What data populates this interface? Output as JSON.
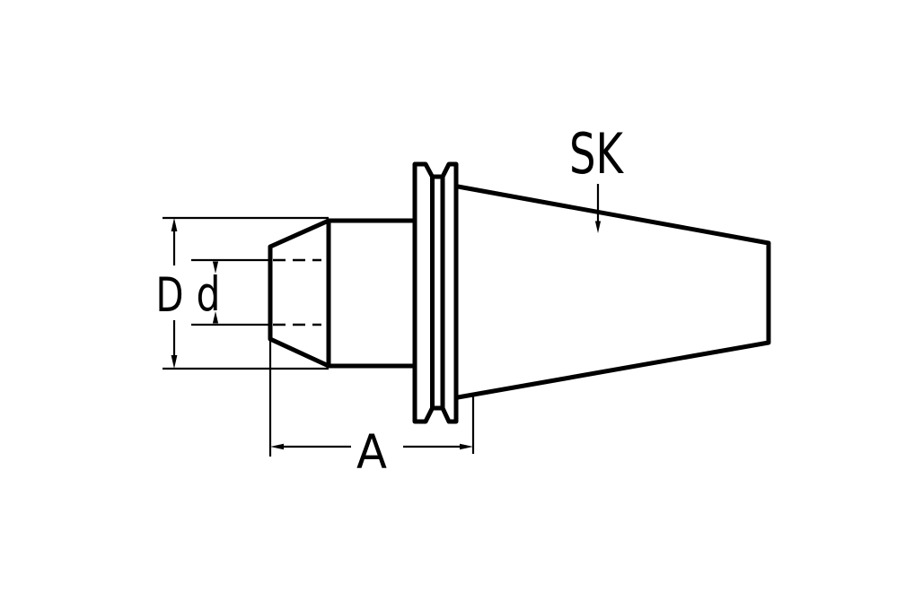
{
  "diagram": {
    "labels": {
      "outer_diameter": "D",
      "bore_diameter": "d",
      "projection_length": "A",
      "taper": "SK"
    },
    "colors": {
      "line": "#000000",
      "background": "#ffffff"
    }
  }
}
